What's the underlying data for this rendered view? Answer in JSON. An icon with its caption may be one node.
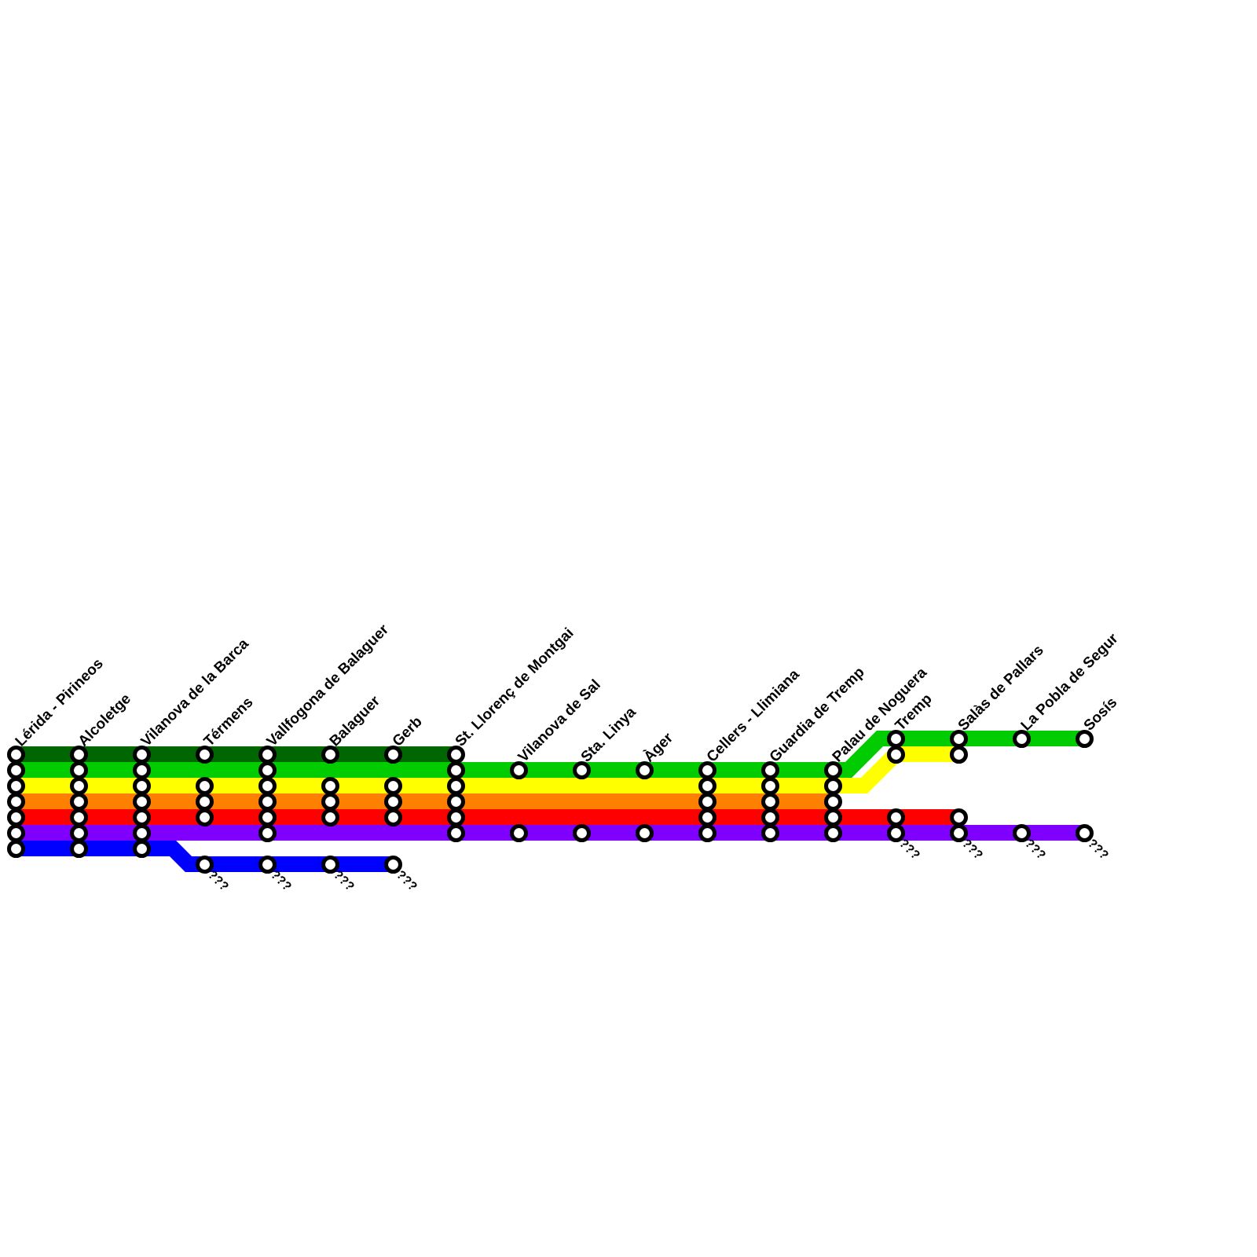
{
  "diagram": {
    "nodes": [
      {
        "text": [],
        "shape": "circle",
        "beside": [
          "Lérida - Pirineos"
        ]
      },
      {
        "text": [],
        "shape": "circle"
      },
      {
        "text": [],
        "shape": "circle"
      },
      {
        "text": [],
        "shape": "circle"
      },
      {
        "text": [],
        "shape": "circle"
      },
      {
        "text": [],
        "shape": "circle"
      },
      {
        "text": [],
        "shape": "circle"
      },
      {
        "text": [],
        "shape": "circle",
        "beside": [
          "Alcoletge"
        ]
      },
      {
        "text": [],
        "shape": "circle"
      },
      {
        "text": [],
        "shape": "circle"
      },
      {
        "text": [],
        "shape": "circle"
      },
      {
        "text": [],
        "shape": "circle"
      },
      {
        "text": [],
        "shape": "circle"
      },
      {
        "text": [],
        "shape": "circle"
      },
      {
        "text": [],
        "shape": "circle",
        "beside": [
          "Vilanova de la Barca"
        ]
      },
      {
        "text": [],
        "shape": "circle"
      },
      {
        "text": [],
        "shape": "circle"
      },
      {
        "text": [],
        "shape": "circle"
      },
      {
        "text": [],
        "shape": "circle"
      },
      {
        "text": [],
        "shape": "circle"
      },
      {
        "text": [],
        "shape": "circle"
      },
      {
        "text": [],
        "shape": "circle",
        "beside": [
          "Térmens"
        ]
      },
      {
        "text": [],
        "shape": "circle"
      },
      {
        "text": [],
        "shape": "circle"
      },
      {
        "text": [],
        "shape": "circle"
      },
      {
        "text": [],
        "shape": "circle",
        "beside": [
          "???"
        ]
      },
      {
        "text": [],
        "shape": "circle",
        "beside": [
          "Vallfogona de Balaguer"
        ]
      },
      {
        "text": [],
        "shape": "circle"
      },
      {
        "text": [],
        "shape": "circle"
      },
      {
        "text": [],
        "shape": "circle"
      },
      {
        "text": [],
        "shape": "circle"
      },
      {
        "text": [],
        "shape": "circle"
      },
      {
        "text": [],
        "shape": "circle",
        "beside": [
          "???"
        ]
      },
      {
        "text": [],
        "shape": "circle",
        "beside": [
          "Balaguer"
        ]
      },
      {
        "text": [],
        "shape": "circle"
      },
      {
        "text": [],
        "shape": "circle"
      },
      {
        "text": [],
        "shape": "circle"
      },
      {
        "text": [],
        "shape": "circle",
        "beside": [
          "???"
        ]
      },
      {
        "text": [],
        "shape": "circle",
        "beside": [
          "Gerb"
        ]
      },
      {
        "text": [],
        "shape": "circle"
      },
      {
        "text": [],
        "shape": "circle"
      },
      {
        "text": [],
        "shape": "circle"
      },
      {
        "text": [],
        "shape": "circle",
        "beside": [
          "???"
        ]
      },
      {
        "text": [],
        "shape": "circle",
        "beside": [
          "St. Llorenç de Montgai"
        ]
      },
      {
        "text": [],
        "shape": "circle"
      },
      {
        "text": [],
        "shape": "circle"
      },
      {
        "text": [],
        "shape": "circle"
      },
      {
        "text": [],
        "shape": "circle"
      },
      {
        "text": [],
        "shape": "circle"
      },
      {
        "text": [],
        "shape": "circle",
        "beside": [
          "Vilanova de Sal"
        ]
      },
      {
        "text": [],
        "shape": "circle"
      },
      {
        "text": [],
        "shape": "circle",
        "beside": [
          "Sta. Linya"
        ]
      },
      {
        "text": [],
        "shape": "circle"
      },
      {
        "text": [],
        "shape": "circle",
        "beside": [
          "Àger"
        ]
      },
      {
        "text": [],
        "shape": "circle"
      },
      {
        "text": [],
        "shape": "circle",
        "beside": [
          "Cellers - Llimiana"
        ]
      },
      {
        "text": [],
        "shape": "circle"
      },
      {
        "text": [],
        "shape": "circle"
      },
      {
        "text": [],
        "shape": "circle"
      },
      {
        "text": [],
        "shape": "circle"
      },
      {
        "text": [],
        "shape": "circle",
        "beside": [
          "Guardia de Tremp"
        ]
      },
      {
        "text": [],
        "shape": "circle"
      },
      {
        "text": [],
        "shape": "circle"
      },
      {
        "text": [],
        "shape": "circle"
      },
      {
        "text": [],
        "shape": "circle"
      },
      {
        "text": [],
        "shape": "circle",
        "beside": [
          "Palau de Noguera"
        ]
      },
      {
        "text": [],
        "shape": "circle"
      },
      {
        "text": [],
        "shape": "circle"
      },
      {
        "text": [],
        "shape": "circle"
      },
      {
        "text": [],
        "shape": "circle"
      },
      {
        "text": [],
        "shape": "circle",
        "beside": [
          "Tremp"
        ]
      },
      {
        "text": [],
        "shape": "circle"
      },
      {
        "text": [],
        "shape": "circle"
      },
      {
        "text": [],
        "shape": "circle",
        "beside": [
          "???"
        ]
      },
      {
        "text": [],
        "shape": "circle",
        "beside": [
          "Salàs de Pallars"
        ]
      },
      {
        "text": [],
        "shape": "circle"
      },
      {
        "text": [],
        "shape": "circle"
      },
      {
        "text": [],
        "shape": "circle",
        "beside": [
          "???"
        ]
      },
      {
        "text": [],
        "shape": "circle",
        "beside": [
          "La Pobla de Segur"
        ]
      },
      {
        "text": [],
        "shape": "circle",
        "beside": [
          "???"
        ]
      },
      {
        "text": [],
        "shape": "circle",
        "beside": [
          "Sosís"
        ]
      },
      {
        "text": [],
        "shape": "circle",
        "beside": [
          "???"
        ]
      }
    ],
    "edges": [
      {
        "from": 0,
        "to": 7,
        "arrow": "none",
        "color": "#006600"
      },
      {
        "from": 7,
        "to": 14,
        "arrow": "none",
        "color": "#006600"
      },
      {
        "from": 14,
        "to": 21,
        "arrow": "none",
        "color": "#006600"
      },
      {
        "from": 21,
        "to": 26,
        "arrow": "none",
        "color": "#006600"
      },
      {
        "from": 26,
        "to": 33,
        "arrow": "none",
        "color": "#006600"
      },
      {
        "from": 33,
        "to": 38,
        "arrow": "none",
        "color": "#006600"
      },
      {
        "from": 38,
        "to": 43,
        "arrow": "none",
        "color": "#006600"
      },
      {
        "from": 1,
        "to": 8,
        "arrow": "none",
        "color": "#00cc00"
      },
      {
        "from": 8,
        "to": 15,
        "arrow": "none",
        "color": "#00cc00"
      },
      {
        "from": 15,
        "to": 27,
        "arrow": "none",
        "color": "#00cc00"
      },
      {
        "from": 27,
        "to": 44,
        "arrow": "none",
        "color": "#00cc00"
      },
      {
        "from": 44,
        "to": 49,
        "arrow": "none",
        "color": "#00cc00"
      },
      {
        "from": 49,
        "to": 51,
        "arrow": "none",
        "color": "#00cc00"
      },
      {
        "from": 51,
        "to": 53,
        "arrow": "none",
        "color": "#00cc00"
      },
      {
        "from": 53,
        "to": 55,
        "arrow": "none",
        "color": "#00cc00"
      },
      {
        "from": 55,
        "to": 60,
        "arrow": "none",
        "color": "#00cc00"
      },
      {
        "from": 60,
        "to": 65,
        "arrow": "none",
        "color": "#00cc00"
      },
      {
        "from": 65,
        "to": 70,
        "arrow": "none",
        "color": "#00cc00"
      },
      {
        "from": 70,
        "to": 74,
        "arrow": "none",
        "color": "#00cc00"
      },
      {
        "from": 74,
        "to": 78,
        "arrow": "none",
        "color": "#00cc00"
      },
      {
        "from": 78,
        "to": 80,
        "arrow": "none",
        "color": "#00cc00"
      },
      {
        "from": 2,
        "to": 9,
        "arrow": "none",
        "color": "#ffff00"
      },
      {
        "from": 9,
        "to": 16,
        "arrow": "none",
        "color": "#ffff00"
      },
      {
        "from": 16,
        "to": 22,
        "arrow": "none",
        "color": "#ffff00"
      },
      {
        "from": 22,
        "to": 28,
        "arrow": "none",
        "color": "#ffff00"
      },
      {
        "from": 28,
        "to": 34,
        "arrow": "none",
        "color": "#ffff00"
      },
      {
        "from": 34,
        "to": 39,
        "arrow": "none",
        "color": "#ffff00"
      },
      {
        "from": 39,
        "to": 45,
        "arrow": "none",
        "color": "#ffff00"
      },
      {
        "from": 45,
        "to": 56,
        "arrow": "none",
        "color": "#ffff00"
      },
      {
        "from": 56,
        "to": 61,
        "arrow": "none",
        "color": "#ffff00"
      },
      {
        "from": 61,
        "to": 66,
        "arrow": "none",
        "color": "#ffff00"
      },
      {
        "from": 66,
        "to": 71,
        "arrow": "none",
        "color": "#ffff00"
      },
      {
        "from": 71,
        "to": 75,
        "arrow": "none",
        "color": "#ffff00"
      },
      {
        "from": 3,
        "to": 10,
        "arrow": "none",
        "color": "#ff8000"
      },
      {
        "from": 10,
        "to": 17,
        "arrow": "none",
        "color": "#ff8000"
      },
      {
        "from": 17,
        "to": 23,
        "arrow": "none",
        "color": "#ff8000"
      },
      {
        "from": 23,
        "to": 29,
        "arrow": "none",
        "color": "#ff8000"
      },
      {
        "from": 29,
        "to": 35,
        "arrow": "none",
        "color": "#ff8000"
      },
      {
        "from": 35,
        "to": 40,
        "arrow": "none",
        "color": "#ff8000"
      },
      {
        "from": 40,
        "to": 46,
        "arrow": "none",
        "color": "#ff8000"
      },
      {
        "from": 46,
        "to": 57,
        "arrow": "none",
        "color": "#ff8000"
      },
      {
        "from": 57,
        "to": 62,
        "arrow": "none",
        "color": "#ff8000"
      },
      {
        "from": 62,
        "to": 67,
        "arrow": "none",
        "color": "#ff8000"
      },
      {
        "from": 4,
        "to": 11,
        "arrow": "none",
        "color": "#ff0000"
      },
      {
        "from": 11,
        "to": 18,
        "arrow": "none",
        "color": "#ff0000"
      },
      {
        "from": 18,
        "to": 24,
        "arrow": "none",
        "color": "#ff0000"
      },
      {
        "from": 24,
        "to": 30,
        "arrow": "none",
        "color": "#ff0000"
      },
      {
        "from": 30,
        "to": 36,
        "arrow": "none",
        "color": "#ff0000"
      },
      {
        "from": 36,
        "to": 41,
        "arrow": "none",
        "color": "#ff0000"
      },
      {
        "from": 41,
        "to": 47,
        "arrow": "none",
        "color": "#ff0000"
      },
      {
        "from": 47,
        "to": 58,
        "arrow": "none",
        "color": "#ff0000"
      },
      {
        "from": 58,
        "to": 63,
        "arrow": "none",
        "color": "#ff0000"
      },
      {
        "from": 63,
        "to": 68,
        "arrow": "none",
        "color": "#ff0000"
      },
      {
        "from": 68,
        "to": 72,
        "arrow": "none",
        "color": "#ff0000"
      },
      {
        "from": 72,
        "to": 76,
        "arrow": "none",
        "color": "#ff0000"
      },
      {
        "from": 5,
        "to": 12,
        "arrow": "none",
        "color": "#8000ff"
      },
      {
        "from": 12,
        "to": 19,
        "arrow": "none",
        "color": "#8000ff"
      },
      {
        "from": 19,
        "to": 31,
        "arrow": "none",
        "color": "#8000ff"
      },
      {
        "from": 31,
        "to": 48,
        "arrow": "none",
        "color": "#8000ff"
      },
      {
        "from": 48,
        "to": 50,
        "arrow": "none",
        "color": "#8000ff"
      },
      {
        "from": 50,
        "to": 52,
        "arrow": "none",
        "color": "#8000ff"
      },
      {
        "from": 52,
        "to": 54,
        "arrow": "none",
        "color": "#8000ff"
      },
      {
        "from": 54,
        "to": 59,
        "arrow": "none",
        "color": "#8000ff"
      },
      {
        "from": 59,
        "to": 64,
        "arrow": "none",
        "color": "#8000ff"
      },
      {
        "from": 64,
        "to": 69,
        "arrow": "none",
        "color": "#8000ff"
      },
      {
        "from": 69,
        "to": 73,
        "arrow": "none",
        "color": "#8000ff"
      },
      {
        "from": 73,
        "to": 77,
        "arrow": "none",
        "color": "#8000ff"
      },
      {
        "from": 77,
        "to": 79,
        "arrow": "none",
        "color": "#8000ff"
      },
      {
        "from": 79,
        "to": 81,
        "arrow": "none",
        "color": "#8000ff"
      },
      {
        "from": 6,
        "to": 13,
        "arrow": "none",
        "color": "#0000ff"
      },
      {
        "from": 13,
        "to": 20,
        "arrow": "none",
        "color": "#0000ff"
      },
      {
        "from": 20,
        "to": 25,
        "arrow": "none",
        "color": "#0000ff"
      },
      {
        "from": 25,
        "to": 32,
        "arrow": "none",
        "color": "#0000ff"
      },
      {
        "from": 32,
        "to": 37,
        "arrow": "none",
        "color": "#0000ff"
      },
      {
        "from": 37,
        "to": 42,
        "arrow": "none",
        "color": "#0000ff"
      }
    ]
  }
}
